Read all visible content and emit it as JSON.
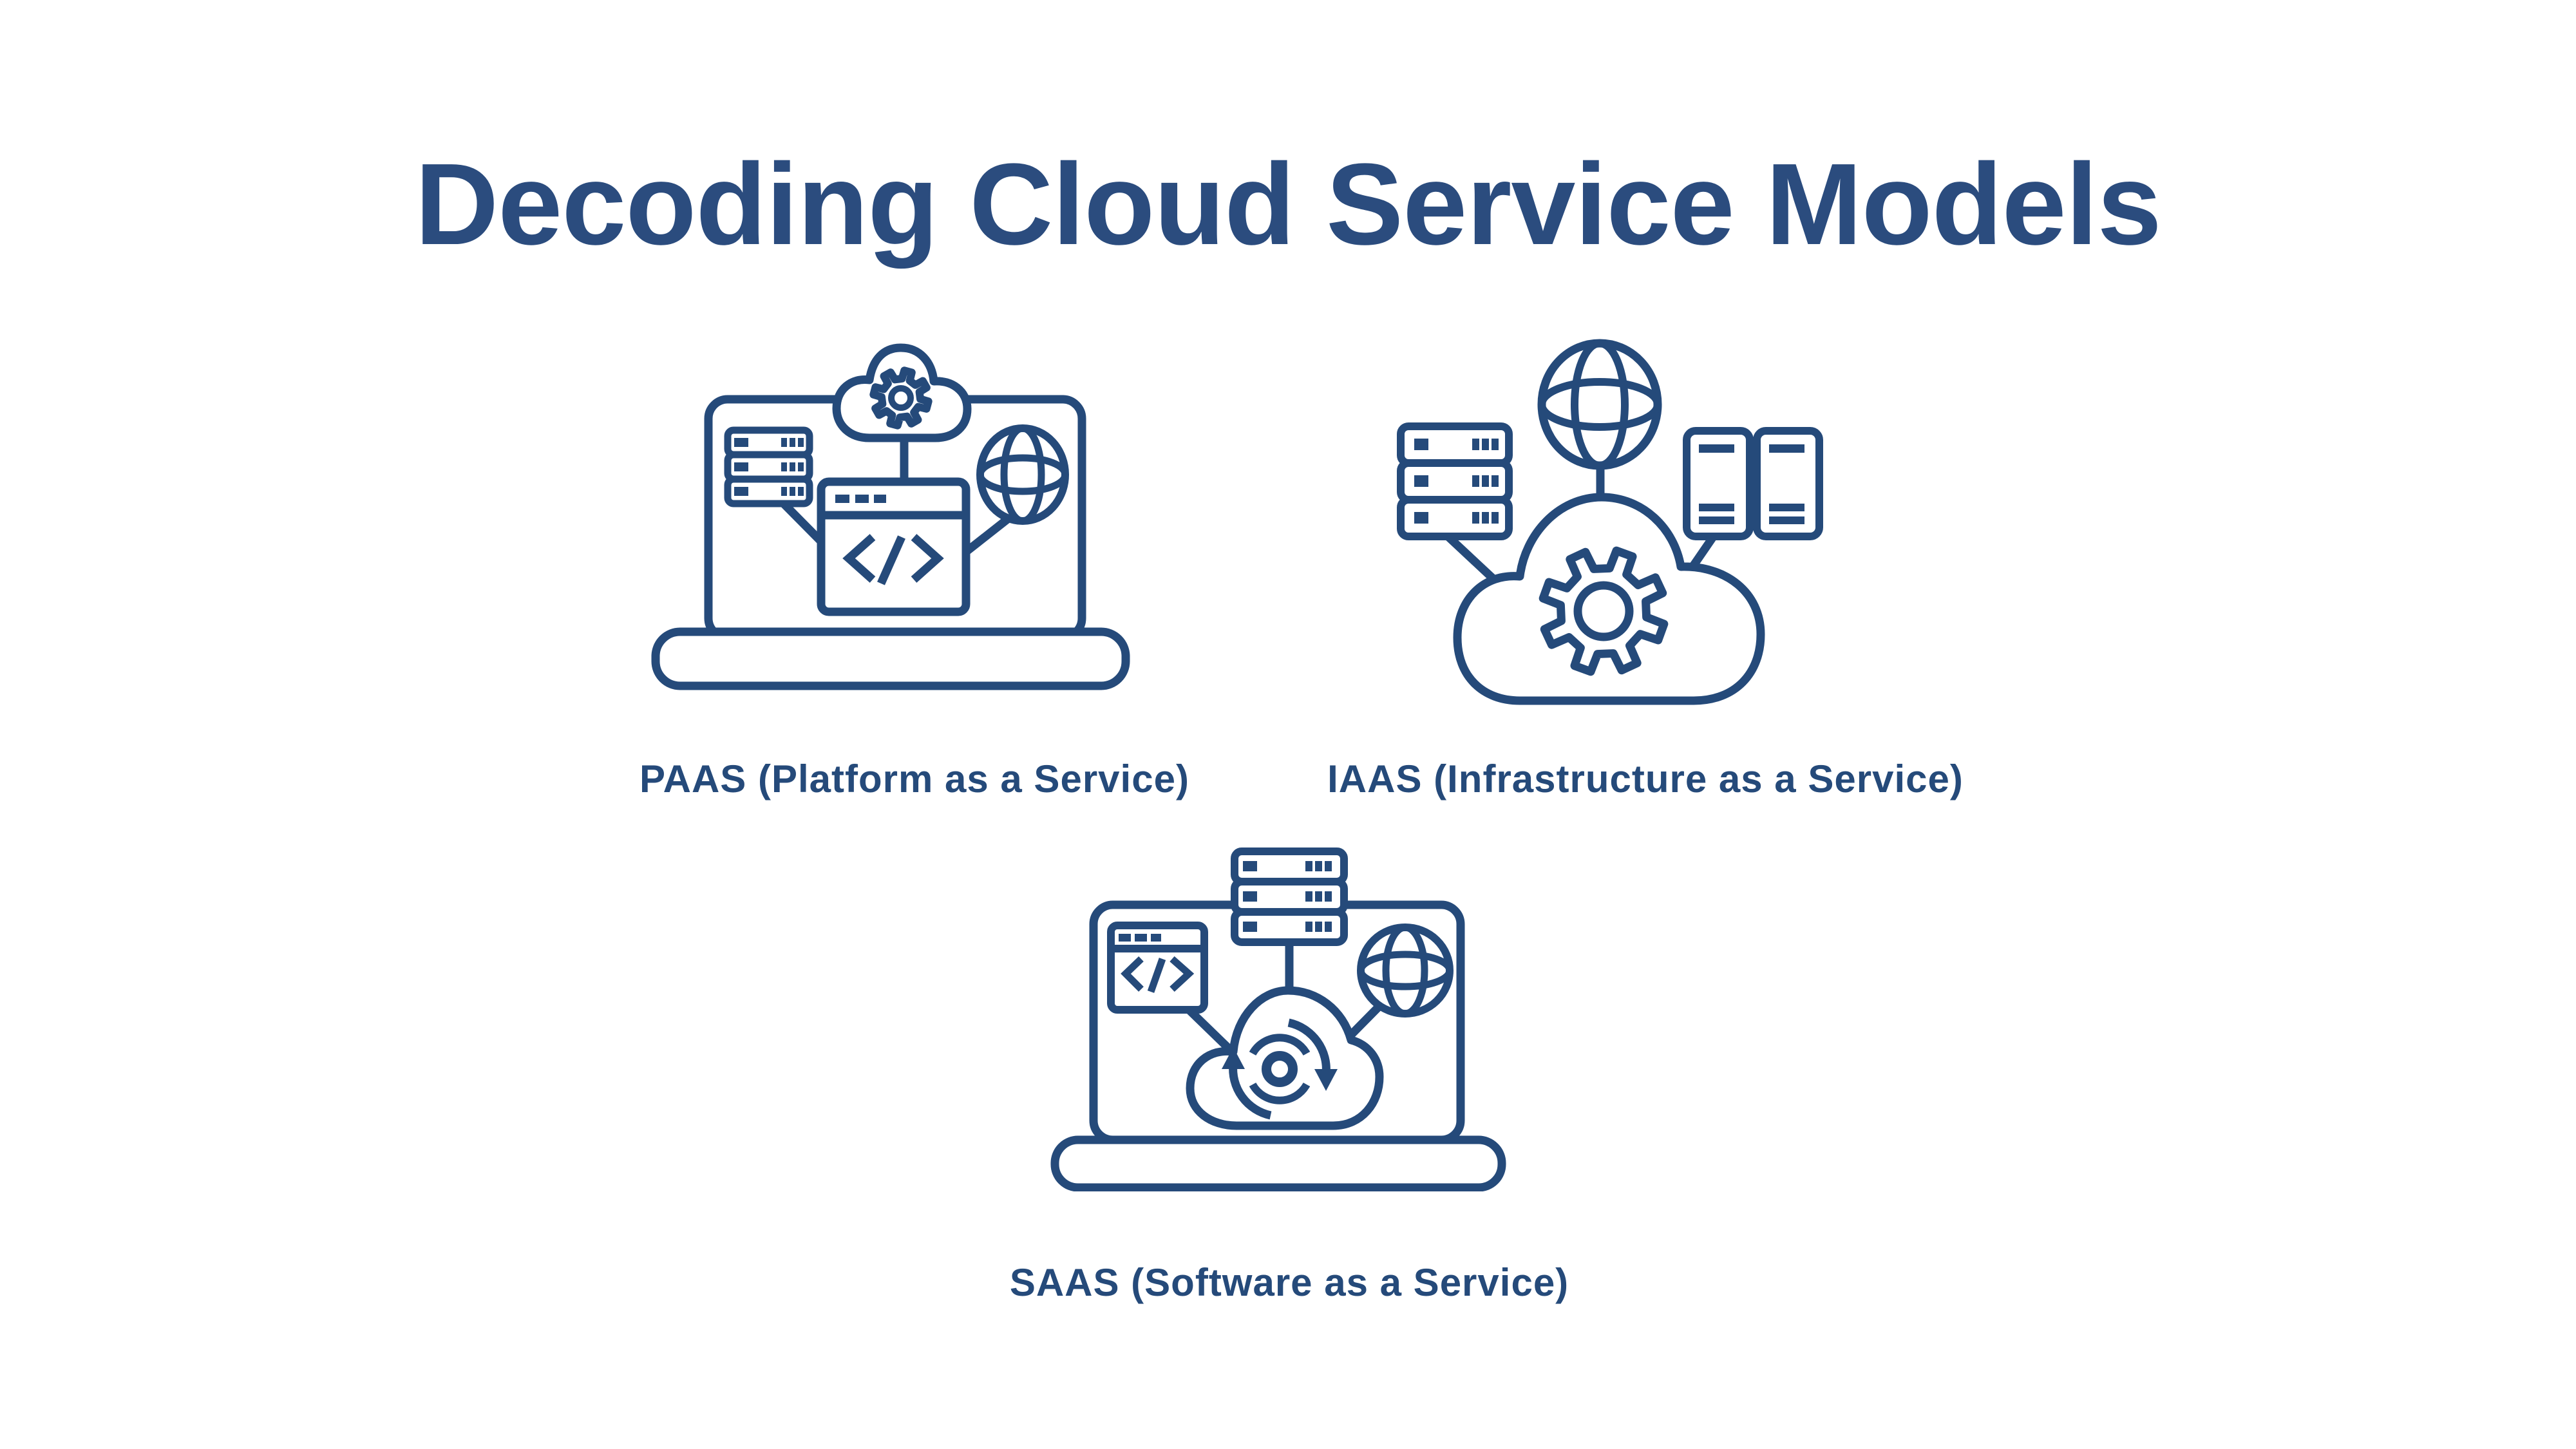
{
  "title": "Decoding Cloud Service Models",
  "colors": {
    "navy": "#254A7A",
    "title_navy": "#2B4C7E",
    "background": "#FFFFFF"
  },
  "models": [
    {
      "id": "paas",
      "label": "PAAS (Platform as a Service)",
      "icon": "laptop-cloud-gear-server-code-globe-icon"
    },
    {
      "id": "iaas",
      "label": "IAAS (Infrastructure as a Service)",
      "icon": "globe-server-towers-cloud-gear-icon"
    },
    {
      "id": "saas",
      "label": "SAAS (Software as a Service)",
      "icon": "laptop-server-code-globe-cloud-sync-icon"
    }
  ]
}
